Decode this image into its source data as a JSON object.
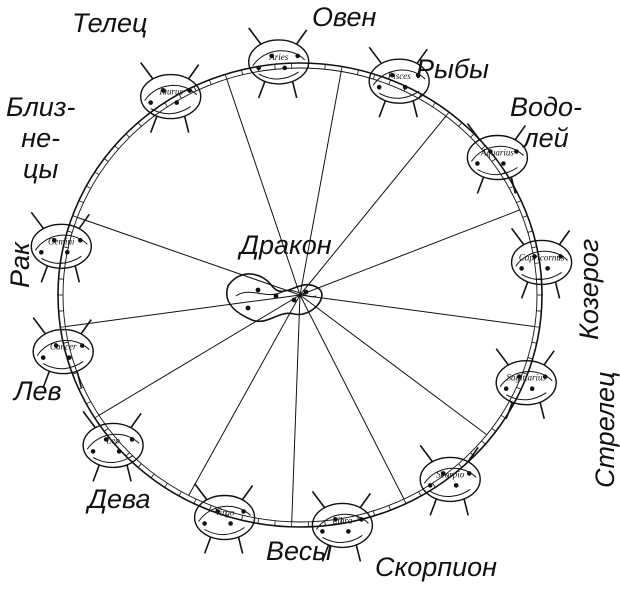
{
  "diagram": {
    "center_label": "Дракон",
    "constellations": [
      {
        "id": "taurus",
        "label": "Телец"
      },
      {
        "id": "aries",
        "label": "Овен"
      },
      {
        "id": "pisces",
        "label": "Рыбы"
      },
      {
        "id": "aquarius",
        "label": "Водо-\nлей"
      },
      {
        "id": "capricorn",
        "label": "Козерог"
      },
      {
        "id": "sagittarius",
        "label": "Стрелец"
      },
      {
        "id": "scorpio",
        "label": "Скорпион"
      },
      {
        "id": "libra",
        "label": "Весы"
      },
      {
        "id": "virgo",
        "label": "Дева"
      },
      {
        "id": "leo",
        "label": "Лев"
      },
      {
        "id": "cancer",
        "label": "Рак"
      },
      {
        "id": "gemini",
        "label": "Близ-\nне-\nцы"
      }
    ],
    "figure_inscriptions": [
      "Taurus",
      "Aries",
      "Pisces",
      "Aquarius",
      "Capricornus",
      "Sagittarius",
      "Scorpio",
      "Libra",
      "Virgo",
      "Leo",
      "Cancer",
      "Gemini"
    ],
    "colors": {
      "ink": "#111111",
      "background": "#ffffff"
    }
  }
}
